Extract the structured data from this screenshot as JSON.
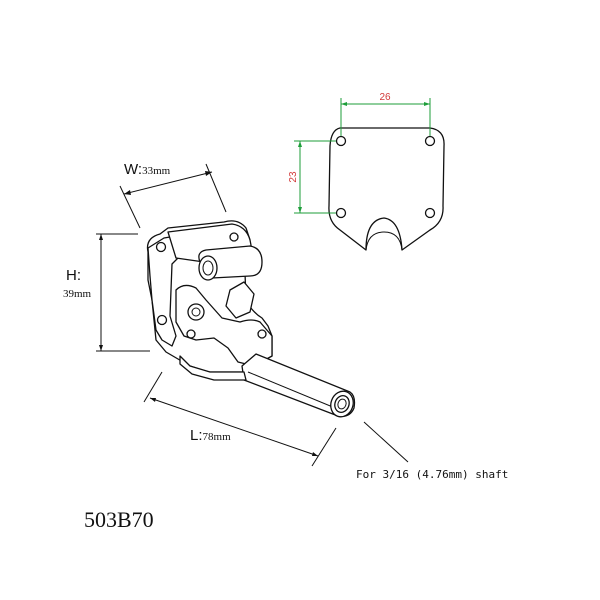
{
  "dimensions": {
    "width_label": "W:",
    "width_value": "33mm",
    "height_label": "H:",
    "height_value": "39mm",
    "length_label": "L:",
    "length_value": "78mm"
  },
  "plate": {
    "hole_spacing_horizontal": "26",
    "hole_spacing_vertical": "23"
  },
  "callout": "For 3/16 (4.76mm) shaft",
  "model": "503B70",
  "colors": {
    "dimension_text_red": "#d23a3a",
    "dimension_line_green": "#1e9e3a",
    "outline": "#111111"
  }
}
